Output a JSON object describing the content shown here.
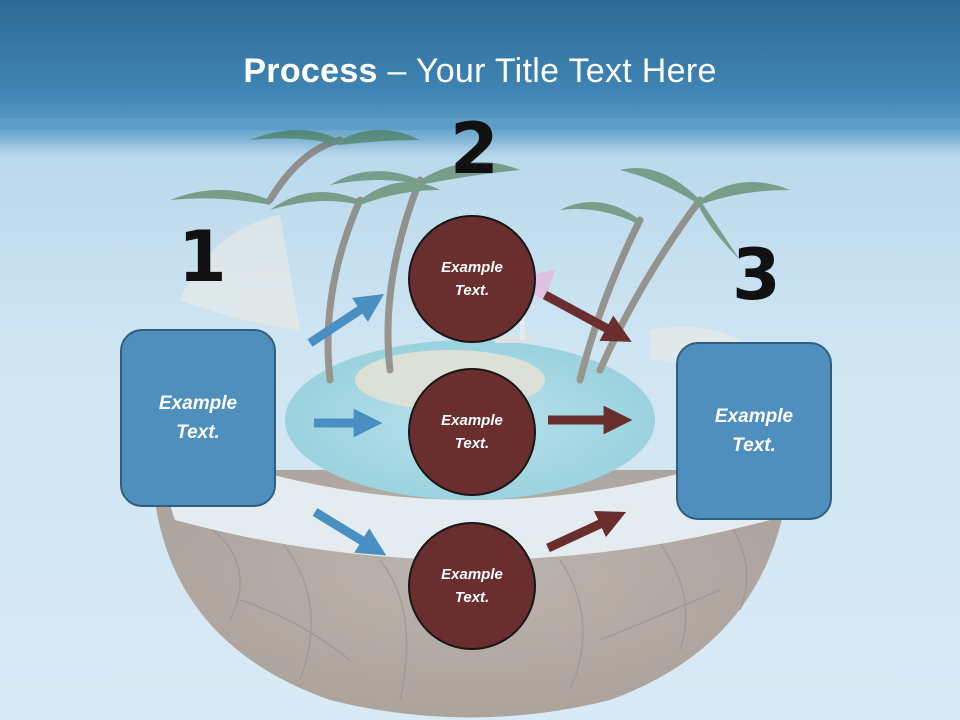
{
  "slide": {
    "title_bold": "Process",
    "title_rest": " – Your Title Text Here"
  },
  "numbers": [
    "1",
    "2",
    "3"
  ],
  "left_box": {
    "label": "Example Text."
  },
  "circles": [
    {
      "label": "Example Text."
    },
    {
      "label": "Example Text."
    },
    {
      "label": "Example Text."
    }
  ],
  "right_box": {
    "label": "Example Text."
  },
  "colors": {
    "header": "#3f84b3",
    "box_fill": "#4f8fbd",
    "circle_fill": "#6b2e2e",
    "arrow_blue": "#4a8fc2",
    "arrow_brown": "#6b2e2e"
  }
}
